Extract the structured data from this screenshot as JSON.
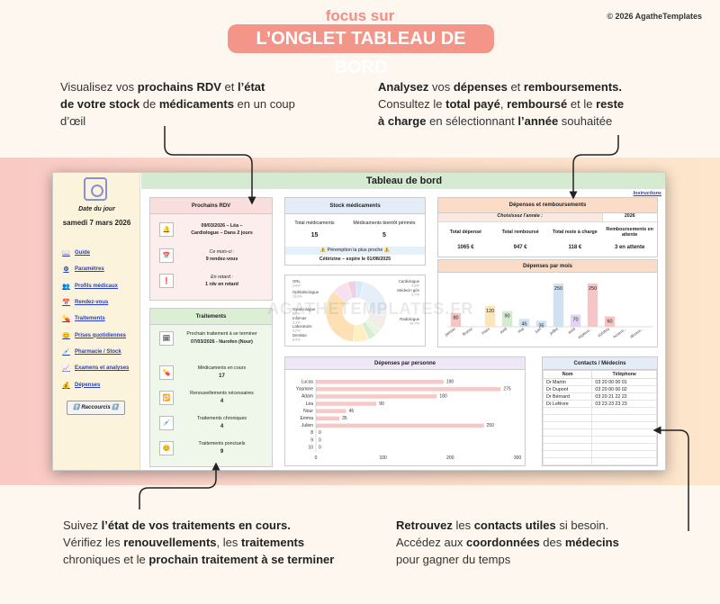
{
  "header": {
    "focus": "focus sur",
    "title": "L’ONGLET TABLEAU DE BORD",
    "copyright": "© 2026 AgatheTemplates"
  },
  "callouts": {
    "top_left": {
      "t1": "Visualisez vos ",
      "b1": "prochains RDV",
      "t2": " et ",
      "b2": "l’état",
      "b3": "de votre stock",
      "t3": " de ",
      "b4": "médicaments",
      "t4": " en un coup",
      "t5": "d’œil"
    },
    "top_right": {
      "b1": "Analysez",
      "t1": " vos ",
      "b2": "dépenses",
      "t2": " et ",
      "b3": "remboursements.",
      "t3": "Consultez le ",
      "b4": "total payé",
      "t4": ", ",
      "b5": "remboursé",
      "t5": " et le ",
      "b6": "reste",
      "b7": "à charge",
      "t6": " en sélectionnant ",
      "b8": "l’année",
      "t7": " souhaitée"
    },
    "bottom_left": {
      "t1": "Suivez ",
      "b1": "l’état de vos traitements en cours.",
      "t2": "Vérifiez les ",
      "b2": "renouvellements",
      "t3": ", les ",
      "b3": "traitements",
      "t4": "chroniques et le ",
      "b4": "prochain traitement à se terminer"
    },
    "bottom_right": {
      "b1": "Retrouvez",
      "t1": " les ",
      "b2": "contacts utiles",
      "t2": " si besoin.",
      "t3": "Accédez  aux ",
      "b3": "coordonnées",
      "t4": " des ",
      "b4": "médecins",
      "t5": "pour gagner du temps"
    }
  },
  "sidebar": {
    "date_label": "Date du jour",
    "date": "samedi 7 mars 2026",
    "items": [
      {
        "icon": "book-icon",
        "glyph": "📖",
        "label": "Guide"
      },
      {
        "icon": "gear-icon",
        "glyph": "⚙",
        "label": "Paramètres"
      },
      {
        "icon": "people-icon",
        "glyph": "👥",
        "label": "Profils médicaux"
      },
      {
        "icon": "calendar-icon",
        "glyph": "📅",
        "label": "Rendez-vous"
      },
      {
        "icon": "pill-icon",
        "glyph": "💊",
        "label": "Traitements"
      },
      {
        "icon": "smile-icon",
        "glyph": "😊",
        "label": "Prises quotidiennes"
      },
      {
        "icon": "pharmacy-icon",
        "glyph": "💉",
        "label": "Pharmacie / Stock"
      },
      {
        "icon": "chart-icon",
        "glyph": "📈",
        "label": "Examens et analyses"
      },
      {
        "icon": "money-icon",
        "glyph": "💰",
        "label": "Dépenses"
      }
    ],
    "shortcut": "⬆️ Raccourcis ⬆️"
  },
  "dashboard": {
    "title": "Tableau de bord",
    "instructions": "Instructions",
    "watermark": "AGATHETEMPLATES.FR"
  },
  "rdv": {
    "title": "Prochains RDV",
    "next": "09/03/2026 – Léa –",
    "next2": "Cardiologue – Dans 2 jours",
    "month_label": "Ce mois-ci :",
    "month_value": "9 rendez-vous",
    "late_label": "En retard :",
    "late_value": "1 rdv en retard"
  },
  "traitements": {
    "title": "Traitements",
    "end_label": "Prochain traitement à se terminer",
    "end_value": "07/03/2026 - Nurofen (Nour)",
    "rows": [
      {
        "label": "Médicaments en cours",
        "value": "17"
      },
      {
        "label": "Renouvellements nécessaires",
        "value": "4"
      },
      {
        "label": "Traitements chroniques",
        "value": "4"
      },
      {
        "label": "Traitements ponctuels",
        "value": "9"
      }
    ]
  },
  "stock": {
    "title": "Stock médicaments",
    "total_label": "Total médicaments",
    "total_value": "15",
    "expiring_label": "Médicaments bientôt périmés",
    "expiring_value": "5",
    "peremption": "⚠️ Péremption la plus proche ⚠️",
    "peremption_value": "Cétirizine – expire le 01/08/2025"
  },
  "depenses": {
    "title": "Dépenses et remboursements",
    "year_label": "Choisissez l’année :",
    "year": "2026",
    "cols": [
      "Total dépensé",
      "Total remboursé",
      "Total reste à charge",
      "Remboursements en attente"
    ],
    "values": [
      "1065 €",
      "947 €",
      "118 €",
      "3 en attente"
    ]
  },
  "colors": {
    "accent": "#f4958a",
    "green_header": "#d4ebd1",
    "pink_card": "#fdeeee",
    "green_card": "#eef7ea",
    "orange_header": "#fbdcc6",
    "blue_header": "#e4ecf7",
    "lilac_header": "#efe6f7"
  },
  "chart_data": [
    {
      "type": "bar",
      "title": "Dépenses par mois",
      "categories": [
        "janvier",
        "février",
        "mars",
        "avril",
        "mai",
        "juin",
        "juillet",
        "août",
        "septem...",
        "octobre",
        "novem...",
        "décem..."
      ],
      "values": [
        80,
        null,
        120,
        90,
        45,
        35,
        250,
        70,
        250,
        60,
        null,
        null
      ],
      "colors": [
        "#f6c5c5",
        "#f6c5c5",
        "#fce5b8",
        "#d4ebd1",
        "#d0e2f2",
        "#d0e2f2",
        "#d0e2f2",
        "#e2d4f0",
        "#f6c5c5",
        "#f6c5c5",
        "#f6c5c5",
        "#f6c5c5"
      ],
      "ylim": [
        0,
        260
      ]
    },
    {
      "type": "pie",
      "slices": [
        {
          "name": "ORL",
          "pct": "3,8%",
          "value": 3.8,
          "color": "#d9e8f5"
        },
        {
          "name": "Ophtalmologue",
          "pct": "23,5%",
          "value": 23.5,
          "color": "#e6eff8"
        },
        {
          "name": "Gynécologue",
          "pct": "8,5%",
          "value": 8.5,
          "color": "#f2ede6"
        },
        {
          "name": "Infirmier",
          "pct": "3,3%",
          "value": 3.3,
          "color": "#e8f4e2"
        },
        {
          "name": "Laboratoire",
          "pct": "4,2%",
          "value": 4.2,
          "color": "#d7ecd0"
        },
        {
          "name": "Dentiste",
          "pct": "8,5%",
          "value": 8.5,
          "color": "#fff0c4"
        },
        {
          "name": "Radiologue",
          "pct": "34,7%",
          "value": 34.7,
          "color": "#fde0b3"
        },
        {
          "name": "Médecin gén",
          "pct": "8,7%",
          "value": 8.7,
          "color": "#f5e1ef"
        },
        {
          "name": "Cardiologue",
          "pct": "4,8%",
          "value": 4.8,
          "color": "#f0d0e4"
        }
      ]
    },
    {
      "type": "bar",
      "orientation": "horizontal",
      "title": "Dépenses par personne",
      "categories": [
        "Lucas",
        "Yasmine",
        "Adam",
        "Léa",
        "Nour",
        "Emma",
        "Julien",
        "8",
        "9",
        "10"
      ],
      "values": [
        190,
        275,
        180,
        90,
        45,
        35,
        250,
        0,
        0,
        0
      ],
      "xlim": [
        0,
        300
      ],
      "xticks": [
        "0",
        "100",
        "200",
        "300"
      ]
    }
  ],
  "contacts": {
    "title": "Contacts / Médecins",
    "headers": [
      "Nom",
      "Téléphone"
    ],
    "rows": [
      [
        "Dr Martin",
        "03 20 00 00 01"
      ],
      [
        "Dr Dupont",
        "03 20 00 00 02"
      ],
      [
        "Dr Bérnard",
        "03 20 21 22 22"
      ],
      [
        "Dr Lefèvre",
        "03 23 23 23 23"
      ]
    ]
  }
}
